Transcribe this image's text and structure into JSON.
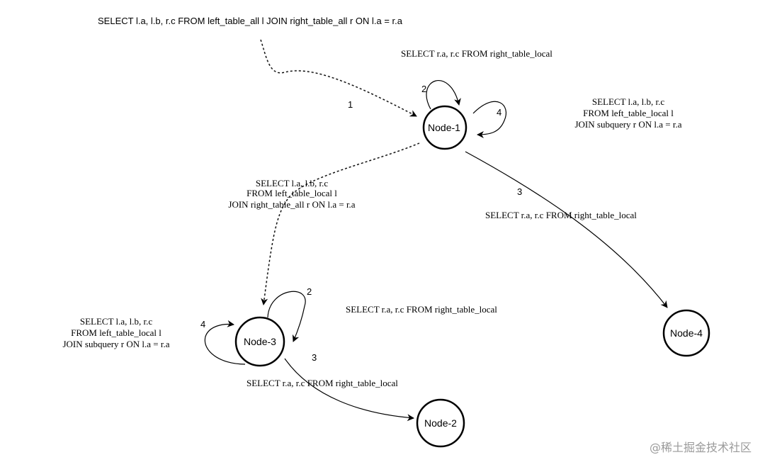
{
  "nodes": {
    "node1": "Node-1",
    "node2": "Node-2",
    "node3": "Node-3",
    "node4": "Node-4"
  },
  "steps": {
    "s1": "1",
    "n1_loop2": "2",
    "n1_loop4": "4",
    "n1_to_n4": "3",
    "n3_loop2": "2",
    "n3_loop4": "4",
    "n3_to_n2": "3"
  },
  "queries": {
    "top_distributed": "SELECT l.a, l.b, r.c FROM left_table_all l JOIN right_table_all r ON l.a = r.a",
    "n1_right_local": "SELECT r.a, r.c FROM right_table_local",
    "n1_join_subquery": {
      "line1": "SELECT l.a, l.b, r.c",
      "line2": "FROM left_table_local l",
      "line3": "JOIN subquery r ON l.a = r.a"
    },
    "n1_to_n4_query": "SELECT r.a, r.c FROM right_table_local",
    "n1_to_n3_query": {
      "line1": "SELECT l.a, l.b, r.c",
      "line2": "FROM left_table_local l",
      "line3": "JOIN right_table_all r ON l.a = r.a"
    },
    "n3_right_local": "SELECT r.a, r.c FROM right_table_local",
    "n3_join_subquery": {
      "line1": "SELECT l.a, l.b, r.c",
      "line2": "FROM left_table_local l",
      "line3": "JOIN subquery r ON l.a = r.a"
    },
    "n3_to_n2_query": "SELECT r.a, r.c FROM right_table_local"
  },
  "watermark": "@稀土掘金技术社区"
}
